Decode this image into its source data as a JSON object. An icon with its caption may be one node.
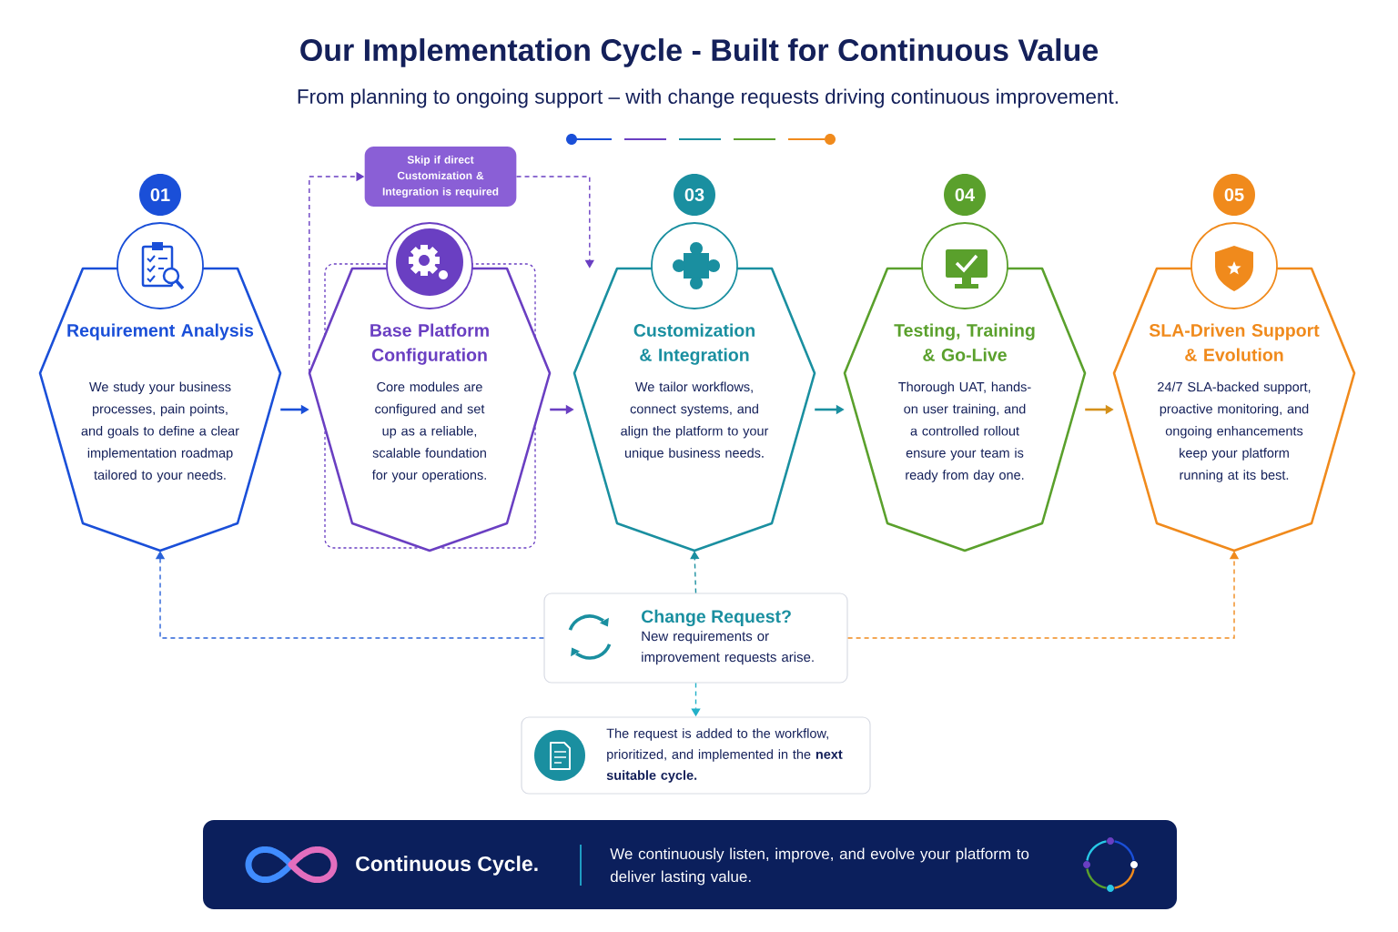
{
  "diagram": {
    "title": "Our Implementation Cycle - Built for Continuous Value",
    "nodes": [
      {
        "text": [
          "01",
          "Requirement Analysis",
          "We study your business processes, pain points, and goals to define a clear implementation roadmap tailored to your needs."
        ]
      },
      {
        "text": [
          "Base Platform Configuration",
          "Core modules are configured and set up as a reliable, scalable foundation for your operations."
        ]
      },
      {
        "text": [
          "03",
          "Customization & Integration",
          "We tailor workflows, connect systems, and align the platform to your unique business needs."
        ]
      },
      {
        "text": [
          "04",
          "Testing, Training & Go-Live",
          "Thorough UAT, hands-on user training, and a controlled rollout ensure your team is ready from day one."
        ]
      },
      {
        "text": [
          "05",
          "SLA-Driven Support & Evolution",
          "24/7 SLA-backed support, proactive monitoring, and ongoing enhancements keep your platform running at its best."
        ]
      },
      {
        "text": [
          "Skip if direct Customization & Integration is required"
        ]
      },
      {
        "text": [
          "Change Request?",
          "New requirements or improvement requests arise."
        ]
      },
      {
        "text": [
          "The request is added to the workflow, prioritized, and implemented in the **next suitable cycle.**"
        ]
      },
      {
        "text": [
          "Continuous Cycle.",
          "We continuously listen, improve, and evolve your platform to deliver lasting value."
        ]
      }
    ],
    "edges": [
      {
        "from": 0,
        "to": 1,
        "arrow": "to",
        "color": "#1a4fd8"
      },
      {
        "from": 1,
        "to": 2,
        "arrow": "to",
        "color": "#6a3fc2"
      },
      {
        "from": 2,
        "to": 3,
        "arrow": "to",
        "color": "#1a8fa0"
      },
      {
        "from": 3,
        "to": 4,
        "arrow": "to",
        "color": "#d4901a"
      },
      {
        "from": 1,
        "to": 5,
        "arrow": "to",
        "style": "dashed",
        "color": "#6a3fc2"
      },
      {
        "from": 5,
        "to": 2,
        "arrow": "to",
        "style": "dashed",
        "color": "#6a3fc2"
      },
      {
        "from": 6,
        "to": 0,
        "arrow": "to",
        "style": "dashed",
        "color": "#2a62d8"
      },
      {
        "from": 6,
        "to": 2,
        "arrow": "to",
        "style": "dashed",
        "color": "#1a8fa0"
      },
      {
        "from": 6,
        "to": 4,
        "arrow": "to",
        "style": "dashed",
        "color": "#f08a1c"
      },
      {
        "from": 6,
        "to": 7,
        "arrow": "to",
        "style": "dashed",
        "color": "#22b0c8"
      }
    ],
    "labels": [
      "From planning to ongoing support – with change requests driving continuous improvement."
    ]
  }
}
